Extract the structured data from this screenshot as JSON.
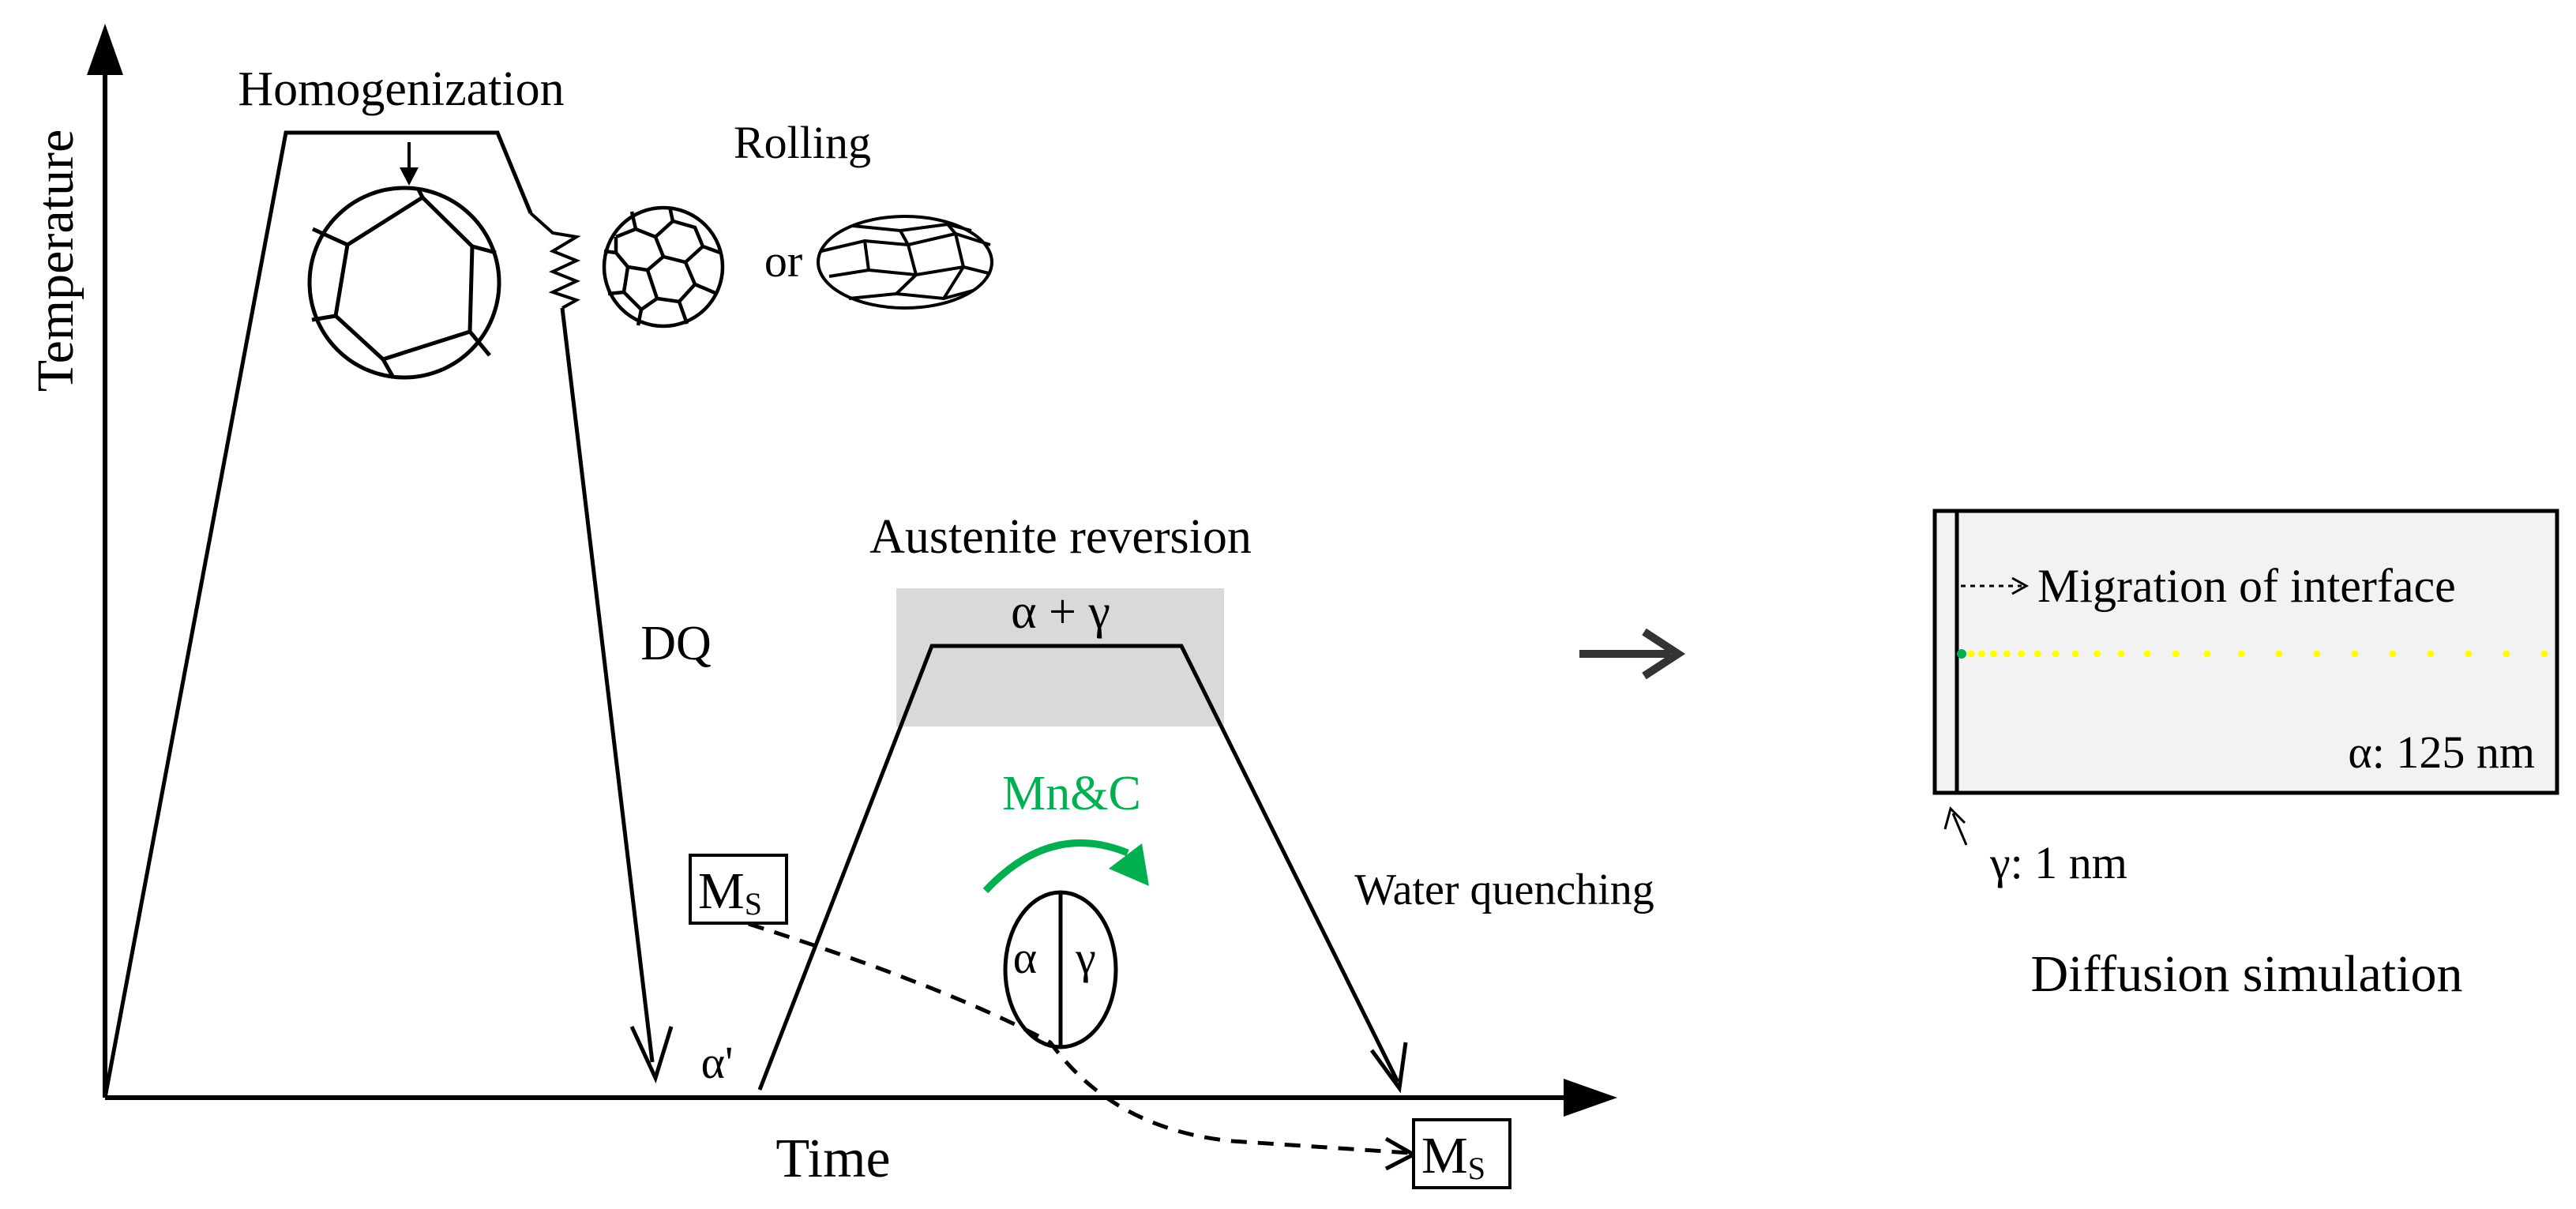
{
  "labels": {
    "y_axis": "Temperature",
    "x_axis": "Time",
    "homogenization": "Homogenization",
    "rolling": "Rolling",
    "or": "or",
    "dq": "DQ",
    "alpha_prime": "α'",
    "austenite_reversion": "Austenite reversion",
    "alpha_gamma": "α + γ",
    "mn_c": "Mn&C",
    "grain_alpha": "α",
    "grain_gamma": "γ",
    "water_quenching": "Water quenching",
    "ms_main": "M",
    "ms_sub": "S",
    "migration": "Migration of interface",
    "alpha_size": "α: 125 nm",
    "gamma_size": "γ: 1 nm",
    "diffusion_simulation": "Diffusion simulation"
  },
  "colors": {
    "ink": "#000000",
    "mn_c": "#00b050",
    "gray_band": "#d9d9d9",
    "sim_fill": "#f2f2f2",
    "dot_yellow": "#ffff00",
    "dot_green": "#00b050",
    "arrow_gray": "#333333"
  }
}
